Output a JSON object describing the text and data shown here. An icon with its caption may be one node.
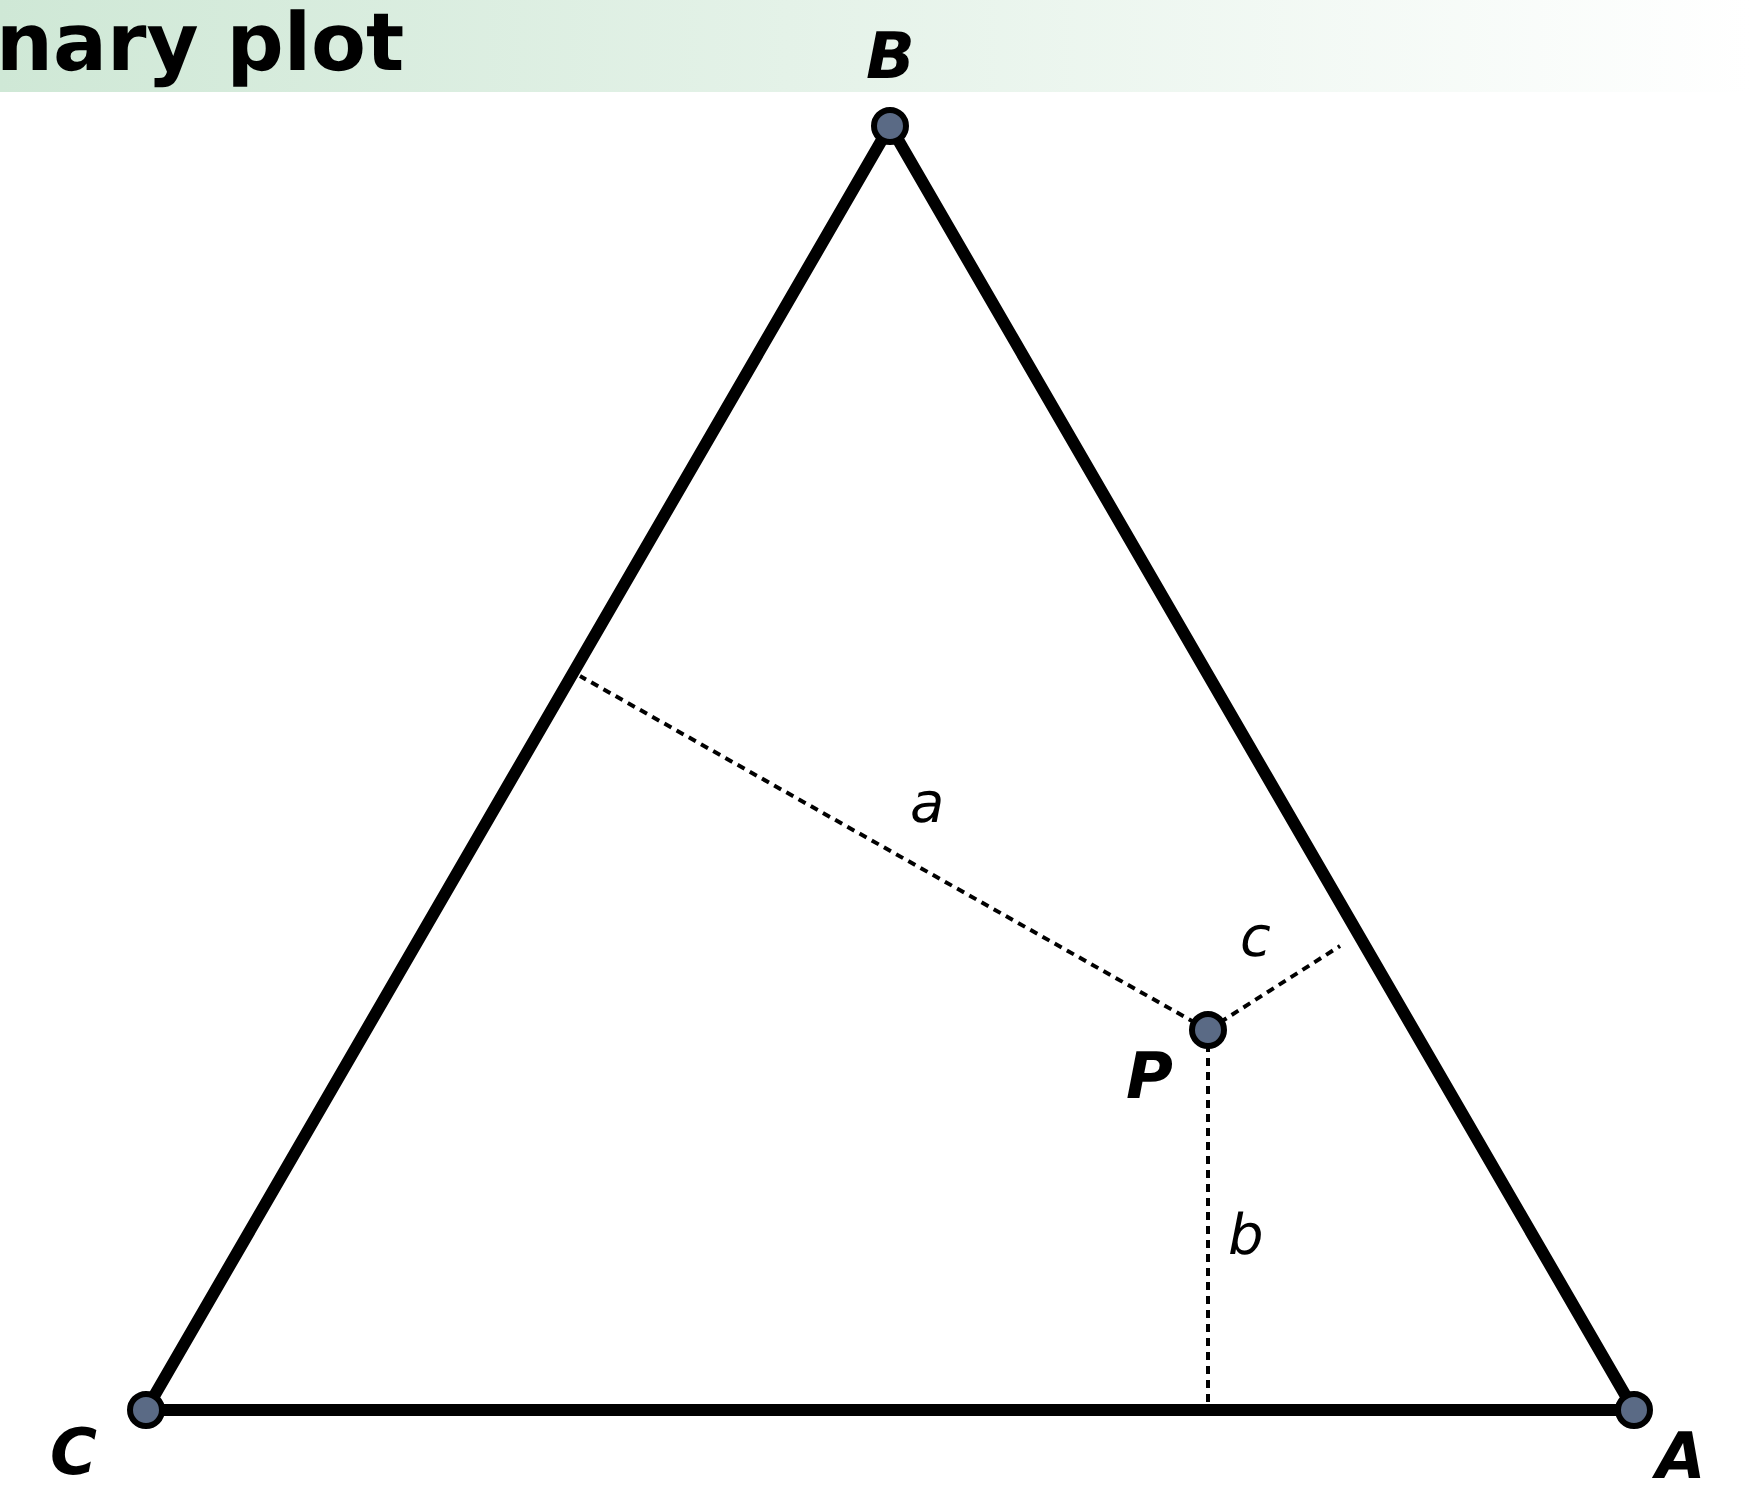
{
  "diagram": {
    "title": "nary plot",
    "nodes": [
      {
        "text": [],
        "shape": "circle",
        "beside": [
          "B"
        ]
      },
      {
        "text": [],
        "shape": "circle",
        "beside": [
          "P"
        ]
      },
      {
        "text": [],
        "shape": "circle",
        "beside": [
          "C"
        ]
      },
      {
        "text": [],
        "shape": "circle",
        "beside": [
          "A"
        ]
      }
    ],
    "edges": [
      {
        "from": 0,
        "to": 3,
        "arrow": "none"
      },
      {
        "from": 3,
        "to": 2,
        "arrow": "none"
      },
      {
        "from": 2,
        "to": 0,
        "arrow": "none"
      }
    ],
    "labels": [
      "a",
      "c",
      "b"
    ]
  }
}
